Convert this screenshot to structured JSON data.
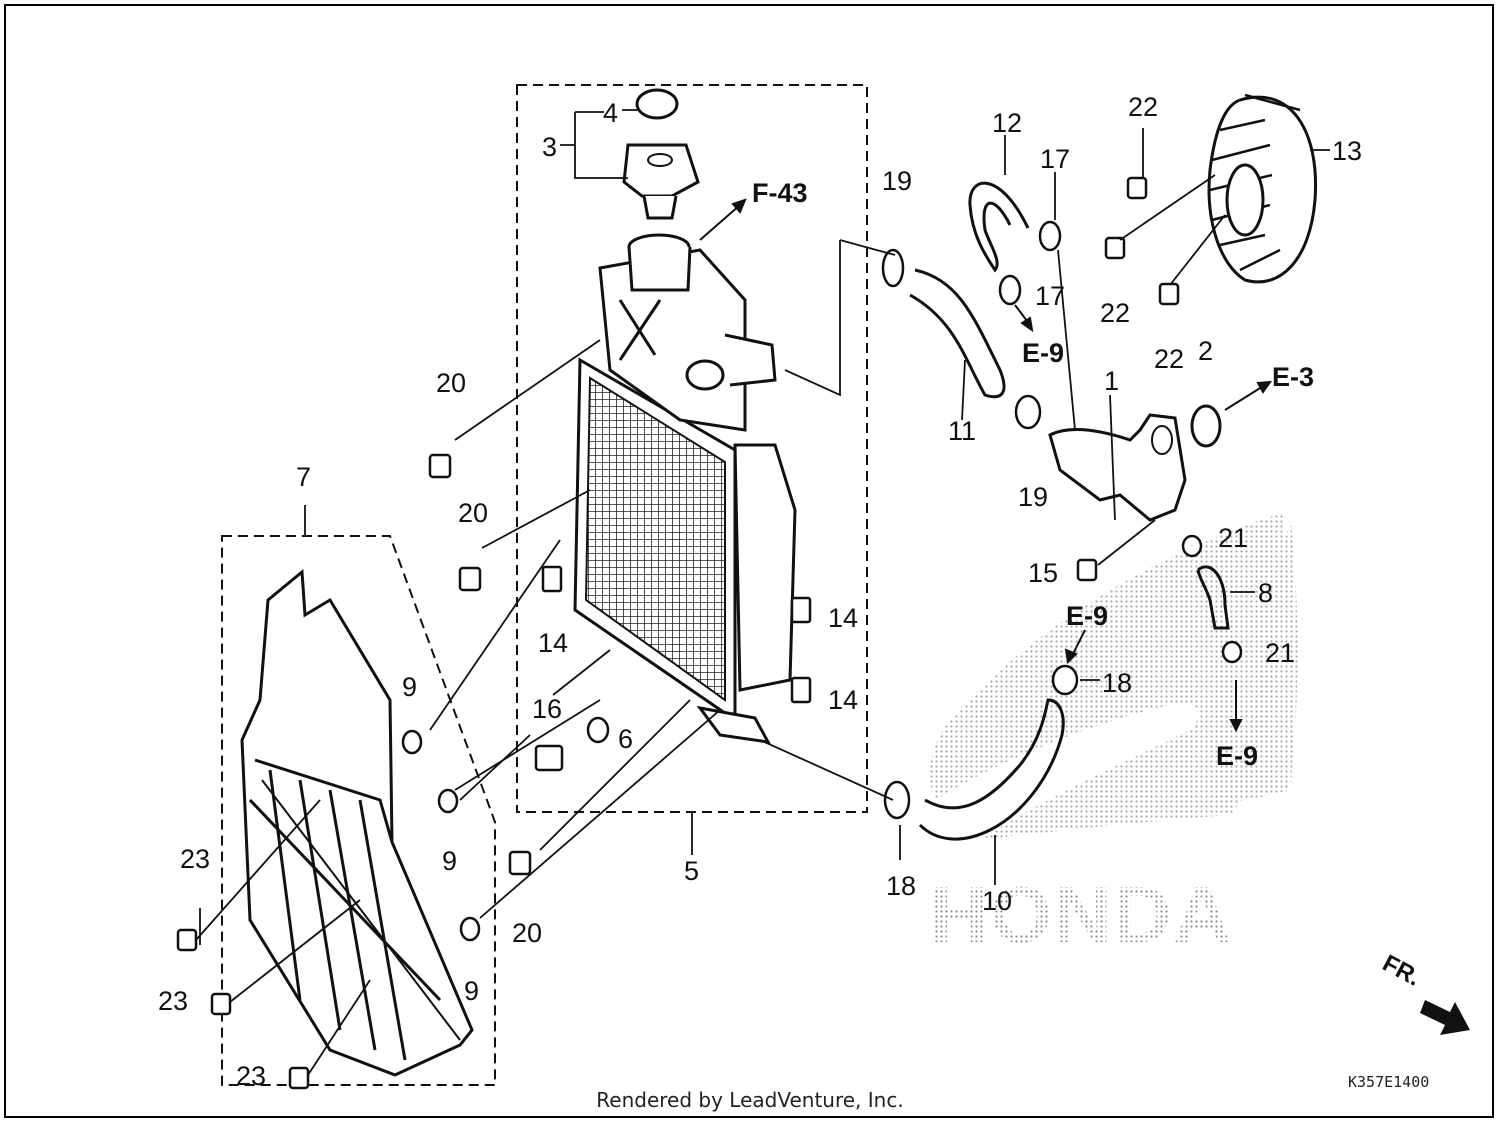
{
  "diagram": {
    "watermark_brand": "HONDA",
    "drawing_code": "K357E1400",
    "direction_label": "FR.",
    "footer": "Rendered by LeadVenture, Inc.",
    "part_callouts": [
      {
        "id": "c1",
        "label": "1"
      },
      {
        "id": "c2",
        "label": "2"
      },
      {
        "id": "c3",
        "label": "3"
      },
      {
        "id": "c4",
        "label": "4"
      },
      {
        "id": "c5",
        "label": "5"
      },
      {
        "id": "c6",
        "label": "6"
      },
      {
        "id": "c7",
        "label": "7"
      },
      {
        "id": "c8",
        "label": "8"
      },
      {
        "id": "c9a",
        "label": "9"
      },
      {
        "id": "c9b",
        "label": "9"
      },
      {
        "id": "c9c",
        "label": "9"
      },
      {
        "id": "c10",
        "label": "10"
      },
      {
        "id": "c11",
        "label": "11"
      },
      {
        "id": "c12",
        "label": "12"
      },
      {
        "id": "c13",
        "label": "13"
      },
      {
        "id": "c14a",
        "label": "14"
      },
      {
        "id": "c14b",
        "label": "14"
      },
      {
        "id": "c14c",
        "label": "14"
      },
      {
        "id": "c15",
        "label": "15"
      },
      {
        "id": "c16",
        "label": "16"
      },
      {
        "id": "c17a",
        "label": "17"
      },
      {
        "id": "c17b",
        "label": "17"
      },
      {
        "id": "c18a",
        "label": "18"
      },
      {
        "id": "c18b",
        "label": "18"
      },
      {
        "id": "c19a",
        "label": "19"
      },
      {
        "id": "c19b",
        "label": "19"
      },
      {
        "id": "c20a",
        "label": "20"
      },
      {
        "id": "c20b",
        "label": "20"
      },
      {
        "id": "c20c",
        "label": "20"
      },
      {
        "id": "c21a",
        "label": "21"
      },
      {
        "id": "c21b",
        "label": "21"
      },
      {
        "id": "c22a",
        "label": "22"
      },
      {
        "id": "c22b",
        "label": "22"
      },
      {
        "id": "c22c",
        "label": "22"
      },
      {
        "id": "c23a",
        "label": "23"
      },
      {
        "id": "c23b",
        "label": "23"
      },
      {
        "id": "c23c",
        "label": "23"
      }
    ],
    "section_refs": [
      {
        "id": "rF43",
        "label": "F-43"
      },
      {
        "id": "rE9a",
        "label": "E-9"
      },
      {
        "id": "rE3",
        "label": "E-3"
      },
      {
        "id": "rE9b",
        "label": "E-9"
      },
      {
        "id": "rE9c",
        "label": "E-9"
      }
    ]
  }
}
